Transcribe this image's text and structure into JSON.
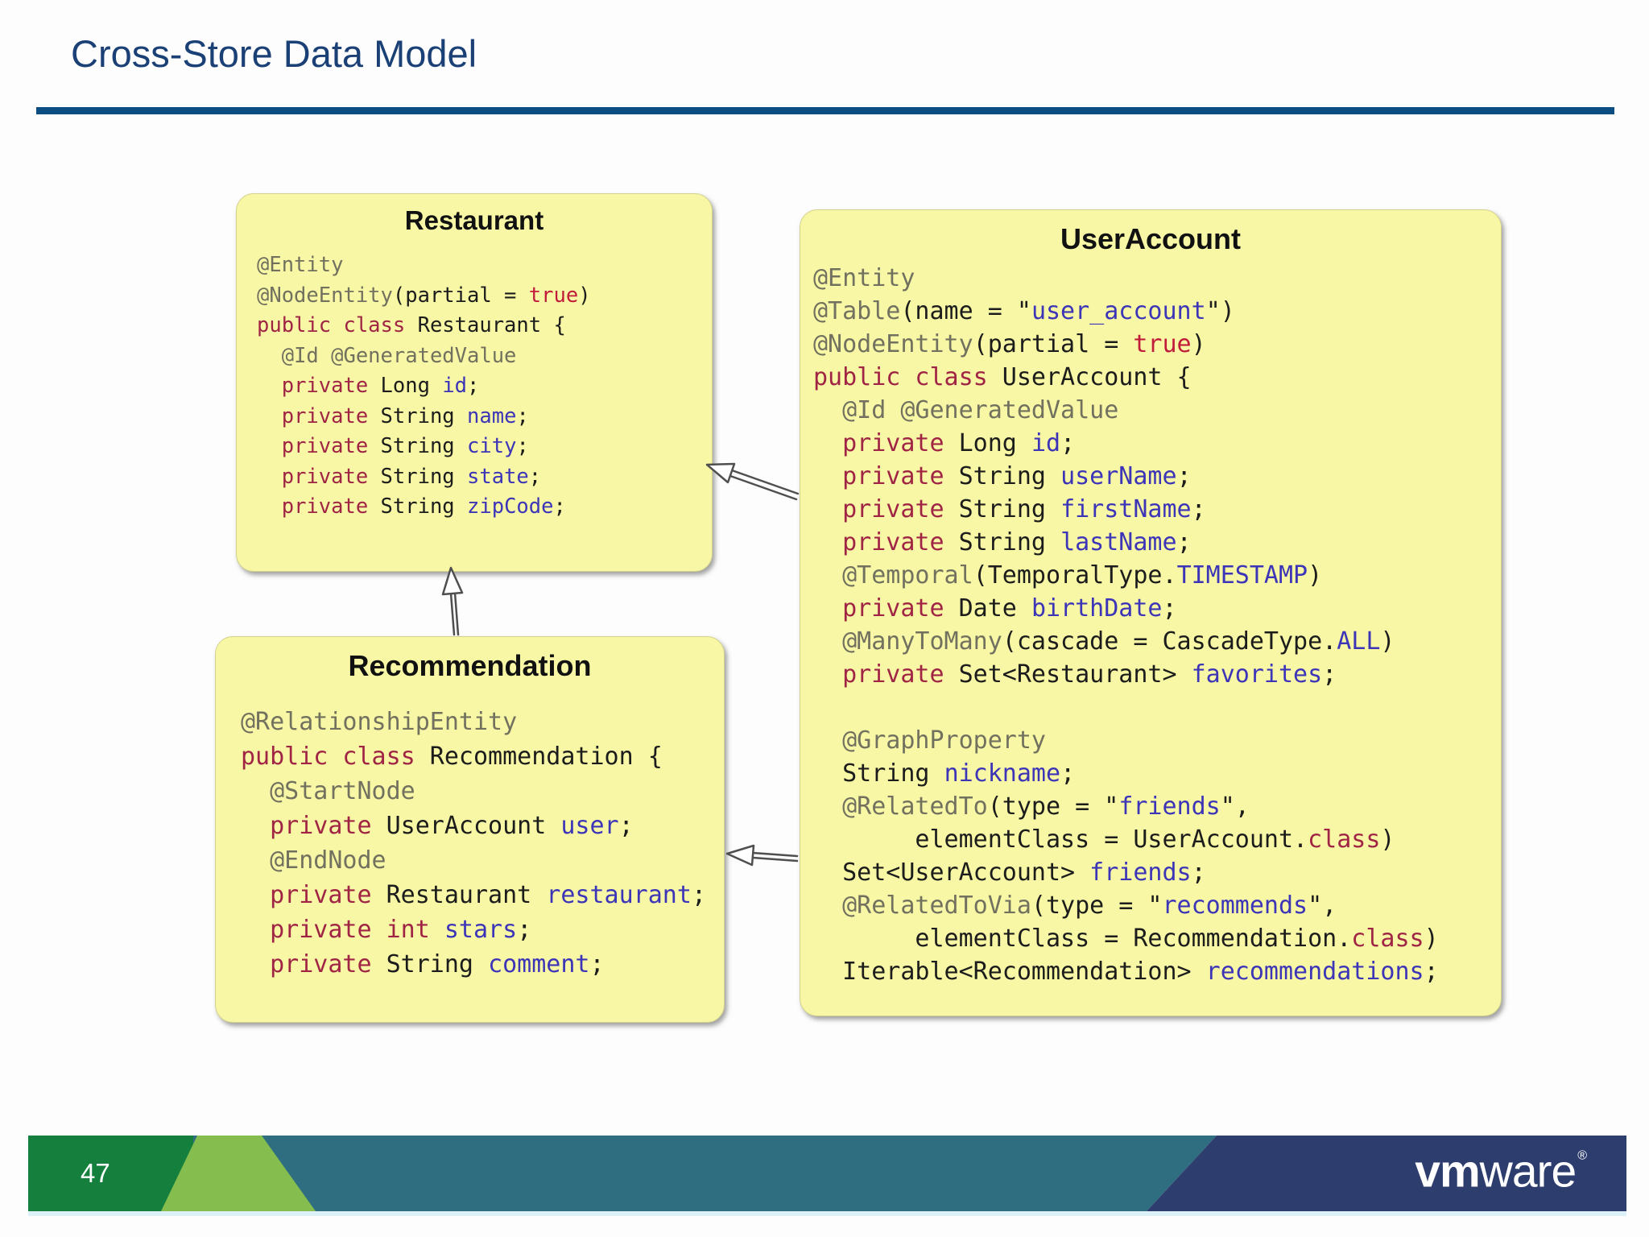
{
  "header": {
    "title": "Cross-Store Data Model"
  },
  "palette": {
    "title_blue": "#1a4076",
    "rule_blue": "#0c4d82",
    "box_yellow": "#f7f7a5",
    "code_black": "#1c1c1c",
    "annotation_gray": "#72715f",
    "keyword_red": "#a02545",
    "literal_red": "#c11c3c",
    "identifier_blue": "#3d35b8",
    "footer_dark_green": "#15803d",
    "footer_light_green": "#85bd4e",
    "footer_teal": "#2f6d80",
    "footer_navy": "#2d3d6e"
  },
  "boxes": {
    "restaurant": {
      "title": "Restaurant",
      "lines": [
        [
          [
            "ann",
            "@Entity"
          ]
        ],
        [
          [
            "ann",
            "@NodeEntity"
          ],
          [
            "pln",
            "(partial = "
          ],
          [
            "lit",
            "true"
          ],
          [
            "pln",
            ")"
          ]
        ],
        [
          [
            "kw",
            "public class"
          ],
          [
            "pln",
            " Restaurant {"
          ]
        ],
        [
          [
            "pln",
            "  "
          ],
          [
            "ann",
            "@Id @GeneratedValue"
          ]
        ],
        [
          [
            "pln",
            "  "
          ],
          [
            "kw",
            "private"
          ],
          [
            "pln",
            " Long "
          ],
          [
            "id",
            "id"
          ],
          [
            "pln",
            ";"
          ]
        ],
        [
          [
            "pln",
            "  "
          ],
          [
            "kw",
            "private"
          ],
          [
            "pln",
            " String "
          ],
          [
            "id",
            "name"
          ],
          [
            "pln",
            ";"
          ]
        ],
        [
          [
            "pln",
            "  "
          ],
          [
            "kw",
            "private"
          ],
          [
            "pln",
            " String "
          ],
          [
            "id",
            "city"
          ],
          [
            "pln",
            ";"
          ]
        ],
        [
          [
            "pln",
            "  "
          ],
          [
            "kw",
            "private"
          ],
          [
            "pln",
            " String "
          ],
          [
            "id",
            "state"
          ],
          [
            "pln",
            ";"
          ]
        ],
        [
          [
            "pln",
            "  "
          ],
          [
            "kw",
            "private"
          ],
          [
            "pln",
            " String "
          ],
          [
            "id",
            "zipCode"
          ],
          [
            "pln",
            ";"
          ]
        ]
      ]
    },
    "useraccount": {
      "title": "UserAccount",
      "lines": [
        [
          [
            "ann",
            "@Entity"
          ]
        ],
        [
          [
            "ann",
            "@Table"
          ],
          [
            "pln",
            "(name = \""
          ],
          [
            "id",
            "user_account"
          ],
          [
            "pln",
            "\")"
          ]
        ],
        [
          [
            "ann",
            "@NodeEntity"
          ],
          [
            "pln",
            "(partial = "
          ],
          [
            "lit",
            "true"
          ],
          [
            "pln",
            ")"
          ]
        ],
        [
          [
            "kw",
            "public class"
          ],
          [
            "pln",
            " UserAccount {"
          ]
        ],
        [
          [
            "pln",
            "  "
          ],
          [
            "ann",
            "@Id @GeneratedValue"
          ]
        ],
        [
          [
            "pln",
            "  "
          ],
          [
            "kw",
            "private"
          ],
          [
            "pln",
            " Long "
          ],
          [
            "id",
            "id"
          ],
          [
            "pln",
            ";"
          ]
        ],
        [
          [
            "pln",
            "  "
          ],
          [
            "kw",
            "private"
          ],
          [
            "pln",
            " String "
          ],
          [
            "id",
            "userName"
          ],
          [
            "pln",
            ";"
          ]
        ],
        [
          [
            "pln",
            "  "
          ],
          [
            "kw",
            "private"
          ],
          [
            "pln",
            " String "
          ],
          [
            "id",
            "firstName"
          ],
          [
            "pln",
            ";"
          ]
        ],
        [
          [
            "pln",
            "  "
          ],
          [
            "kw",
            "private"
          ],
          [
            "pln",
            " String "
          ],
          [
            "id",
            "lastName"
          ],
          [
            "pln",
            ";"
          ]
        ],
        [
          [
            "pln",
            "  "
          ],
          [
            "ann",
            "@Temporal"
          ],
          [
            "pln",
            "(TemporalType."
          ],
          [
            "id",
            "TIMESTAMP"
          ],
          [
            "pln",
            ")"
          ]
        ],
        [
          [
            "pln",
            "  "
          ],
          [
            "kw",
            "private"
          ],
          [
            "pln",
            " Date "
          ],
          [
            "id",
            "birthDate"
          ],
          [
            "pln",
            ";"
          ]
        ],
        [
          [
            "pln",
            "  "
          ],
          [
            "ann",
            "@ManyToMany"
          ],
          [
            "pln",
            "(cascade = CascadeType."
          ],
          [
            "id",
            "ALL"
          ],
          [
            "pln",
            ")"
          ]
        ],
        [
          [
            "pln",
            "  "
          ],
          [
            "kw",
            "private"
          ],
          [
            "pln",
            " Set<Restaurant> "
          ],
          [
            "id",
            "favorites"
          ],
          [
            "pln",
            ";"
          ]
        ],
        [],
        [
          [
            "pln",
            "  "
          ],
          [
            "ann",
            "@GraphProperty"
          ]
        ],
        [
          [
            "pln",
            "  String "
          ],
          [
            "id",
            "nickname"
          ],
          [
            "pln",
            ";"
          ]
        ],
        [
          [
            "pln",
            "  "
          ],
          [
            "ann",
            "@RelatedTo"
          ],
          [
            "pln",
            "(type = \""
          ],
          [
            "id",
            "friends"
          ],
          [
            "pln",
            "\","
          ]
        ],
        [
          [
            "pln",
            "       elementClass = UserAccount."
          ],
          [
            "kw",
            "class"
          ],
          [
            "pln",
            ")"
          ]
        ],
        [
          [
            "pln",
            "  Set<UserAccount> "
          ],
          [
            "id",
            "friends"
          ],
          [
            "pln",
            ";"
          ]
        ],
        [
          [
            "pln",
            "  "
          ],
          [
            "ann",
            "@RelatedToVia"
          ],
          [
            "pln",
            "(type = \""
          ],
          [
            "id",
            "recommends"
          ],
          [
            "pln",
            "\","
          ]
        ],
        [
          [
            "pln",
            "       elementClass = Recommendation."
          ],
          [
            "kw",
            "class"
          ],
          [
            "pln",
            ")"
          ]
        ],
        [
          [
            "pln",
            "  Iterable<Recommendation> "
          ],
          [
            "id",
            "recommendations"
          ],
          [
            "pln",
            ";"
          ]
        ]
      ]
    },
    "recommendation": {
      "title": "Recommendation",
      "lines": [
        [
          [
            "ann",
            "@RelationshipEntity"
          ]
        ],
        [
          [
            "kw",
            "public class"
          ],
          [
            "pln",
            " Recommendation {"
          ]
        ],
        [
          [
            "pln",
            "  "
          ],
          [
            "ann",
            "@StartNode"
          ]
        ],
        [
          [
            "pln",
            "  "
          ],
          [
            "kw",
            "private"
          ],
          [
            "pln",
            " UserAccount "
          ],
          [
            "id",
            "user"
          ],
          [
            "pln",
            ";"
          ]
        ],
        [
          [
            "pln",
            "  "
          ],
          [
            "ann",
            "@EndNode"
          ]
        ],
        [
          [
            "pln",
            "  "
          ],
          [
            "kw",
            "private"
          ],
          [
            "pln",
            " Restaurant "
          ],
          [
            "id",
            "restaurant"
          ],
          [
            "pln",
            ";"
          ]
        ],
        [
          [
            "pln",
            "  "
          ],
          [
            "kw",
            "private"
          ],
          [
            "pln",
            " "
          ],
          [
            "kw",
            "int"
          ],
          [
            "pln",
            " "
          ],
          [
            "id",
            "stars"
          ],
          [
            "pln",
            ";"
          ]
        ],
        [
          [
            "pln",
            "  "
          ],
          [
            "kw",
            "private"
          ],
          [
            "pln",
            " String "
          ],
          [
            "id",
            "comment"
          ],
          [
            "pln",
            ";"
          ]
        ]
      ]
    }
  },
  "footer": {
    "page_number": "47",
    "logo": {
      "bold": "vm",
      "regular": "ware",
      "reg": "®"
    }
  }
}
